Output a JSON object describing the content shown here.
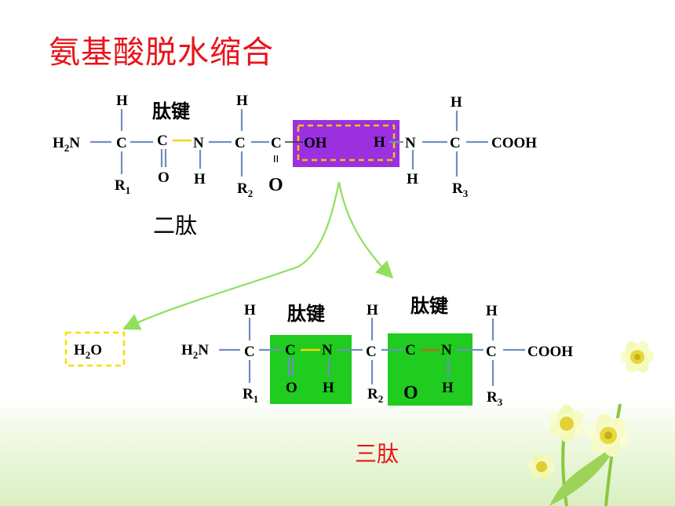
{
  "title": "氨基酸脱水缩合",
  "peptide_bond_label": "肽键",
  "dipeptide_name": "二肽",
  "tripeptide_name": "三肽",
  "water": {
    "base": "H",
    "sub": "2",
    "tail": "O"
  },
  "atoms": {
    "h": "H",
    "c": "C",
    "n": "N",
    "o": "O",
    "oh": "OH",
    "cooh": "COOH",
    "h2n_base": "H",
    "h2n_sub": "2",
    "h2n_tail": "N",
    "r": "R",
    "r1_sub": "1",
    "r2_sub": "2",
    "r3_sub": "3",
    "double_bond": "="
  },
  "colors": {
    "title": "#e8141b",
    "removed_group_box": "#9b30e0",
    "dashed_box": "#f5c400",
    "peptide_box": "#1fcc1f",
    "arrow": "#8fe05a",
    "name_label": "#e8141b"
  }
}
